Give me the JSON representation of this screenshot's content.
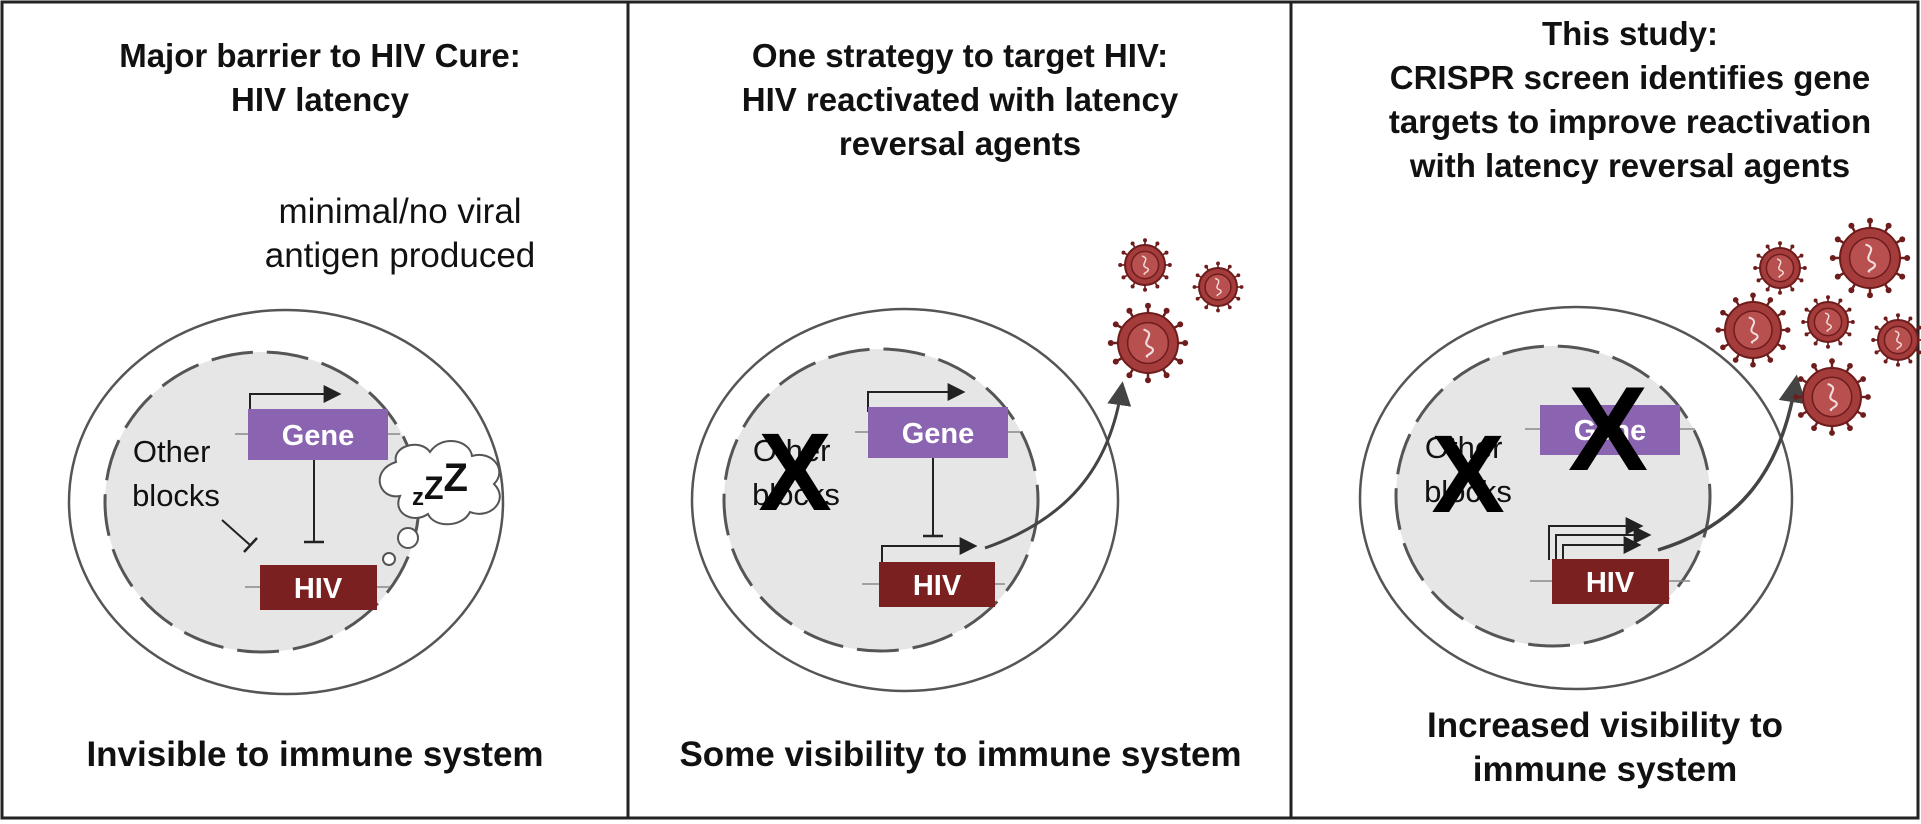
{
  "panels": [
    {
      "title": "Major barrier to HIV Cure:\nHIV latency",
      "annotation": "minimal/no viral\nantigen produced",
      "other_blocks_label": "Other\nblocks",
      "gene_label": "Gene",
      "hiv_label": "HIV",
      "sleep_glyph": "zZZ",
      "caption": "Invisible to immune system"
    },
    {
      "title": "One strategy to target HIV:\nHIV reactivated with latency\nreversal agents",
      "other_blocks_label": "Other\nblocks",
      "knockout_mark": "X",
      "gene_label": "Gene",
      "hiv_label": "HIV",
      "caption": "Some visibility to immune system"
    },
    {
      "title": "This study:\nCRISPR screen identifies gene\ntargets to improve reactivation\nwith latency reversal agents",
      "other_blocks_label": "Other\nblocks",
      "knockout_mark": "X",
      "gene_label": "Gene",
      "hiv_label": "HIV",
      "caption": "Increased visibility  to\nimmune system"
    }
  ],
  "colors": {
    "border": "#222222",
    "cell_fill": "#ffffff",
    "nucleus_fill": "#e6e6e6",
    "gene_box": "#8a64b0",
    "hiv_box": "#7a2020",
    "virus": "#a53c3c",
    "virus_dark": "#6e1c1c"
  }
}
